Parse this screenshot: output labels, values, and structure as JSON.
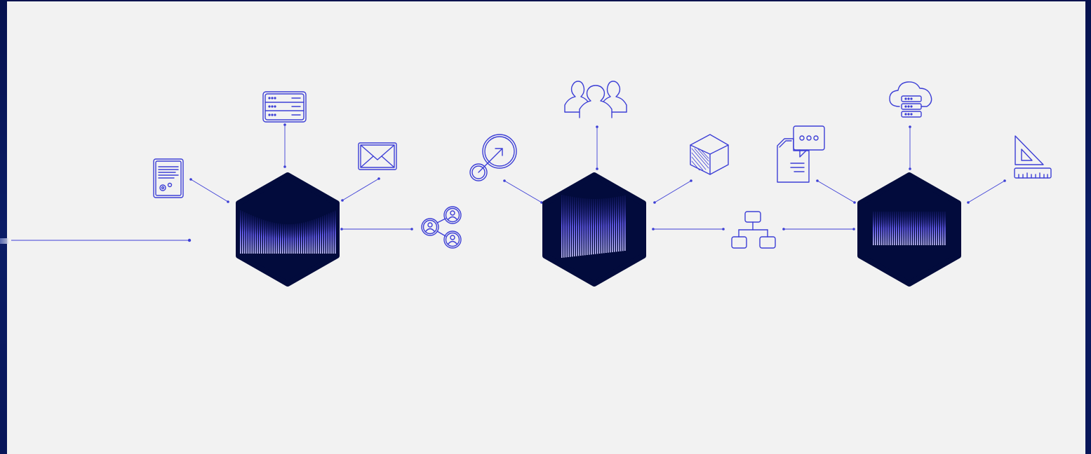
{
  "colors": {
    "outer_frame": "#0a1a5e",
    "canvas": "#f2f2f2",
    "accent": "#3d3fd6",
    "hub_fill": "#020b3c",
    "hub_glow": "#6a5cff"
  },
  "hubs": [
    {
      "id": "hub-1",
      "icon": "waveform-hexagon"
    },
    {
      "id": "hub-2",
      "icon": "waveform-hexagon"
    },
    {
      "id": "hub-3",
      "icon": "waveform-hexagon"
    }
  ],
  "nodes": [
    {
      "hub": "hub-1",
      "icon": "document-settings-icon"
    },
    {
      "hub": "hub-1",
      "icon": "server-rack-icon"
    },
    {
      "hub": "hub-1",
      "icon": "mail-envelope-icon"
    },
    {
      "hub": "hub-1",
      "icon": "user-network-icon"
    },
    {
      "hub": "hub-2",
      "icon": "target-arrow-icon"
    },
    {
      "hub": "hub-2",
      "icon": "user-group-icon"
    },
    {
      "hub": "hub-2",
      "icon": "cube-icon"
    },
    {
      "hub": "hub-2",
      "icon": "hierarchy-icon"
    },
    {
      "hub": "hub-3",
      "icon": "document-chat-icon"
    },
    {
      "hub": "hub-3",
      "icon": "cloud-server-icon"
    },
    {
      "hub": "hub-3",
      "icon": "triangle-ruler-icon"
    }
  ]
}
